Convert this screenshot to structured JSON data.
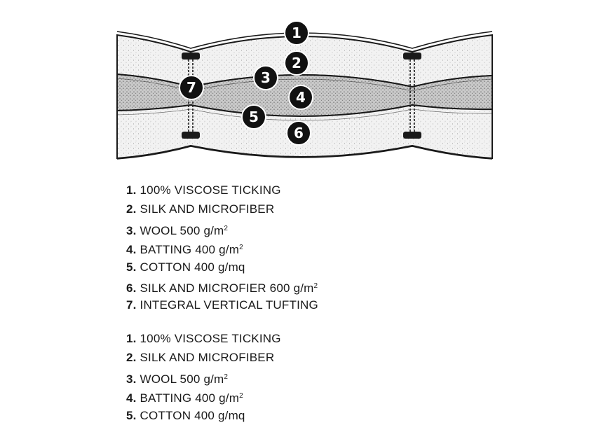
{
  "diagram": {
    "layers": [
      {
        "number": "1",
        "label": "100% VISCOSE TICKING"
      },
      {
        "number": "2",
        "label": "SILK AND MICROFIBER"
      },
      {
        "number": "3",
        "label": "WOOL 500 g/m",
        "sup": "2"
      },
      {
        "number": "4",
        "label": "BATTING 400 g/m",
        "sup": "2"
      },
      {
        "number": "5",
        "label": "COTTON 400 g/mq"
      },
      {
        "number": "6",
        "label": "SILK AND MICROFIER 600 g/m",
        "sup": "2"
      },
      {
        "number": "7",
        "label": "INTEGRAL VERTICAL TUFTING"
      }
    ]
  },
  "legend_repeat": [
    {
      "number": "1",
      "label": "100% VISCOSE TICKING"
    },
    {
      "number": "2",
      "label": "SILK AND MICROFIBER"
    },
    {
      "number": "3",
      "label": "WOOL 500 g/m",
      "sup": "2"
    },
    {
      "number": "4",
      "label": "BATTING 400 g/m",
      "sup": "2"
    },
    {
      "number": "5",
      "label": "COTTON 400 g/mq"
    }
  ],
  "colors": {
    "outline": "#1a1a1a",
    "fiber_light": "#f1f1f1",
    "batting": "#c9c9c9",
    "badge": "#111111"
  }
}
